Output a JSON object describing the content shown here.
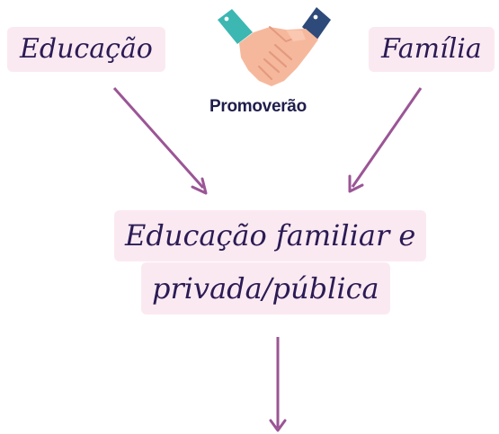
{
  "nodes": {
    "left": "Educação",
    "right": "Família",
    "connector": "Promoverão",
    "center_line1": "Educação familiar e",
    "center_line2": "privada/pública"
  },
  "colors": {
    "box_background": "#fbe9f1",
    "text": "#2b1b55",
    "arrow": "#9b5596",
    "handshake_skin": "#f6b89c",
    "cuff_left": "#3cb7b2",
    "cuff_right": "#2d4a7a"
  },
  "icons": {
    "connector_icon": "handshake-icon"
  }
}
